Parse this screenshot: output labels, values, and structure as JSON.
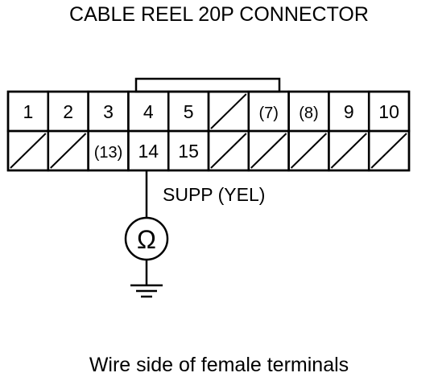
{
  "title": "CABLE REEL 20P CONNECTOR",
  "footer": "Wire side of female terminals",
  "wire_label": "SUPP (YEL)",
  "meter_symbol": "Ω",
  "meter_icon": "ohmmeter-icon",
  "ground_icon": "ground-icon",
  "connector": {
    "row1": [
      "1",
      "2",
      "3",
      "4",
      "5",
      "",
      "(7)",
      "(8)",
      "9",
      "10"
    ],
    "row2": [
      "",
      "",
      "(13)",
      "14",
      "15",
      "",
      "",
      "",
      "",
      ""
    ],
    "probe_terminal": "14"
  }
}
